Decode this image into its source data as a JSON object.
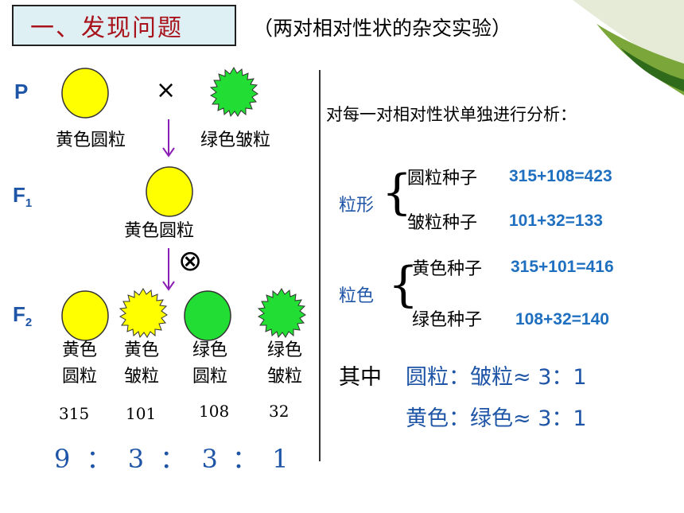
{
  "header": {
    "title": "一、发现问题",
    "subtitle": "（两对相对性状的杂交实验）"
  },
  "generations": {
    "p": "P",
    "f1": "F",
    "f1_sub": "1",
    "f2": "F",
    "f2_sub": "2"
  },
  "symbols": {
    "cross": "×",
    "self": "⊗"
  },
  "parents": {
    "left_label": "黄色圆粒",
    "right_label": "绿色皱粒"
  },
  "f1_label": "黄色圆粒",
  "f2": {
    "phenotypes": [
      {
        "line1": "黄色",
        "line2": "圆粒",
        "count": "315",
        "ratio": "9"
      },
      {
        "line1": "黄色",
        "line2": "皱粒",
        "count": "101",
        "ratio": "3"
      },
      {
        "line1": "绿色",
        "line2": "圆粒",
        "count": "108",
        "ratio": "3"
      },
      {
        "line1": "绿色",
        "line2": "皱粒",
        "count": "32",
        "ratio": "1"
      }
    ],
    "ratio_sep": "："
  },
  "analysis": {
    "heading": "对每一对相对性状单独进行分析：",
    "shape": {
      "label": "粒形",
      "rows": [
        {
          "name": "圆粒种子",
          "calc": "315+108=423"
        },
        {
          "name": "皱粒种子",
          "calc": "101+32=133"
        }
      ]
    },
    "color": {
      "label": "粒色",
      "rows": [
        {
          "name": "黄色种子",
          "calc": "315+101=416"
        },
        {
          "name": "绿色种子",
          "calc": "108+32=140"
        }
      ]
    },
    "conclusion_prefix": "其中",
    "conclusion1": "圆粒：皱粒≈ 3：1",
    "conclusion2": "黄色：绿色≈ 3：1"
  },
  "colors": {
    "yellow": "#ffff00",
    "green": "#22dd33",
    "title_red": "#a8131c",
    "blue": "#1f55a6",
    "arrow": "#8a1fb5"
  }
}
